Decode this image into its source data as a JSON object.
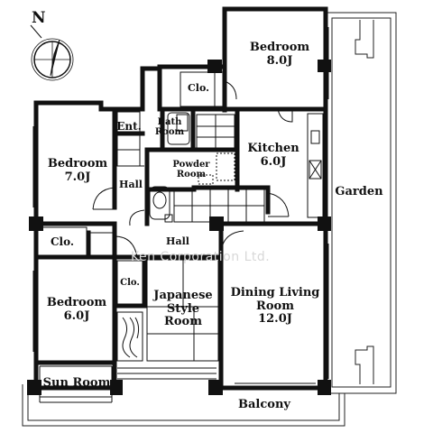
{
  "compass": {
    "north_label": "N"
  },
  "watermark": "Ken Corporation Ltd.",
  "rooms": {
    "bedroom_ne": {
      "name": "Bedroom",
      "size": "8.0J"
    },
    "closet_ne": {
      "name": "Clo."
    },
    "entrance": {
      "name": "Ent."
    },
    "bath": {
      "line1": "Bath",
      "line2": "Room"
    },
    "kitchen": {
      "name": "Kitchen",
      "size": "6.0J"
    },
    "bedroom_w": {
      "name": "Bedroom",
      "size": "7.0J"
    },
    "powder": {
      "line1": "Powder",
      "line2": "Room"
    },
    "hall_upper": {
      "name": "Hall"
    },
    "closet_w": {
      "name": "Clo."
    },
    "hall_lower": {
      "name": "Hall"
    },
    "garden": {
      "name": "Garden"
    },
    "closet_sw": {
      "name": "Clo."
    },
    "japanese": {
      "line1": "Japanese",
      "line2": "Style",
      "line3": "Room"
    },
    "dining": {
      "line1": "Dining Living",
      "line2": "Room",
      "line3": "12.0J"
    },
    "bedroom_sw": {
      "name": "Bedroom",
      "size": "6.0J"
    },
    "sunroom": {
      "name": "Sun Room"
    },
    "balcony": {
      "name": "Balcony"
    }
  }
}
